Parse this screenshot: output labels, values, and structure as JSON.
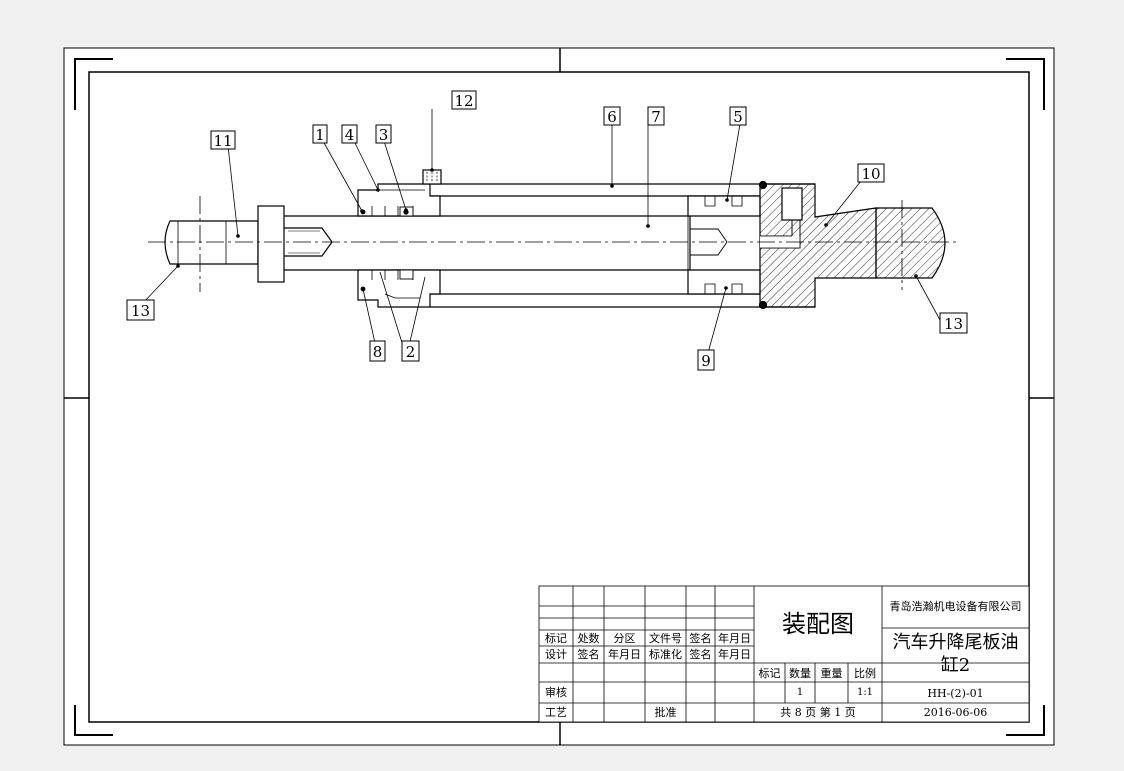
{
  "title_block": {
    "drawing_type": "装配图",
    "company": "青岛浩瀚机电设备有限公司",
    "part_name_line1": "汽车升降尾板油",
    "part_name_line2": "缸2",
    "drawing_number": "HH-(2)-01",
    "date": "2016-06-06",
    "header_row1": [
      "标记",
      "处数",
      "分区",
      "文件号",
      "签名",
      "年月日"
    ],
    "header_row2": [
      "设计",
      "签名",
      "年月日",
      "标准化",
      "签名",
      "年月日"
    ],
    "review": "审核",
    "process": "工艺",
    "approve": "批准",
    "attr_headers": [
      "标记",
      "数量",
      "重量",
      "比例"
    ],
    "quantity": "1",
    "scale": "1:1",
    "sheets": "共 8 页  第 1 页"
  },
  "callouts": [
    "1",
    "2",
    "3",
    "4",
    "5",
    "6",
    "7",
    "8",
    "9",
    "10",
    "11",
    "12",
    "13",
    "13"
  ]
}
